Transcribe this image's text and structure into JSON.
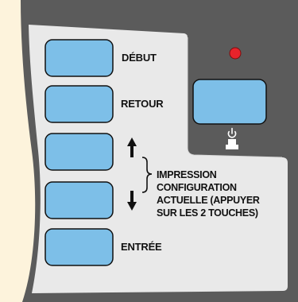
{
  "panel": {
    "buttons": {
      "start": "DÉBUT",
      "back": "RETOUR",
      "enter": "ENTRÉE"
    },
    "print_config": {
      "lines": [
        "IMPRESSION",
        "CONFIGURATION",
        "ACTUELLE (APPUYER",
        "SUR LES 2 TOUCHES)"
      ]
    },
    "colors": {
      "background": "#fdf3dc",
      "panel_dark": "#5a5a5a",
      "panel_light": "#e9e9e9",
      "button_fill": "#7dbfe8",
      "indicator_led": "#e8232b"
    },
    "icons": [
      "up-arrow-icon",
      "down-arrow-icon",
      "brace-icon",
      "power-icon",
      "printer-icon",
      "led-indicator"
    ]
  }
}
